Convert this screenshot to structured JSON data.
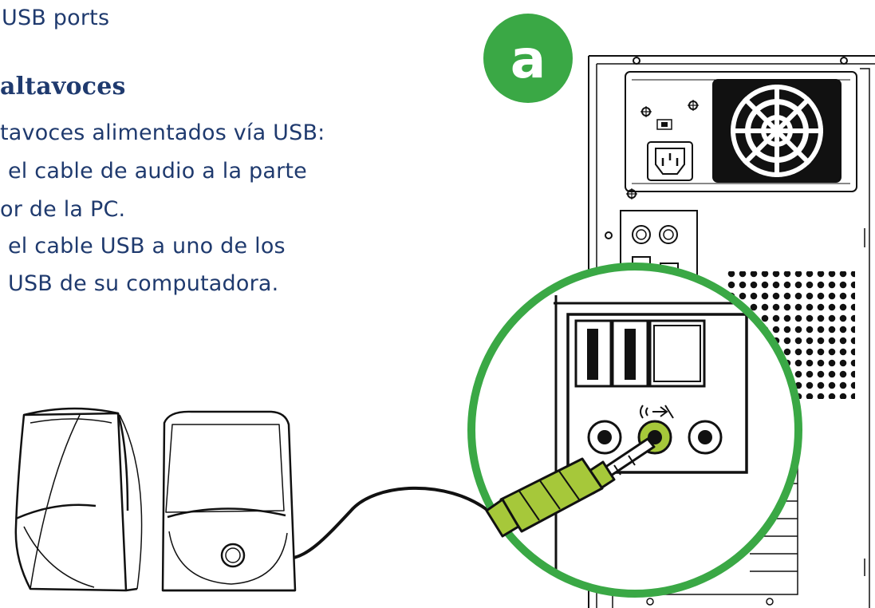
{
  "instructions": {
    "line_top": "USB ports",
    "heading": "altavoces",
    "line_1": "tavoces alimentados vía USB:",
    "line_2": "el cable de audio a la parte",
    "line_3": "or de la PC.",
    "line_4": "el cable USB a uno de los",
    "line_5": "USB de su computadora."
  },
  "diagram": {
    "step_badge": "a",
    "audio_out_icon": "speaker-out-icon",
    "colors": {
      "text": "#1f3a6e",
      "accent_green": "#3aa845",
      "plug_green": "#a6c83a",
      "line": "#111111"
    }
  }
}
